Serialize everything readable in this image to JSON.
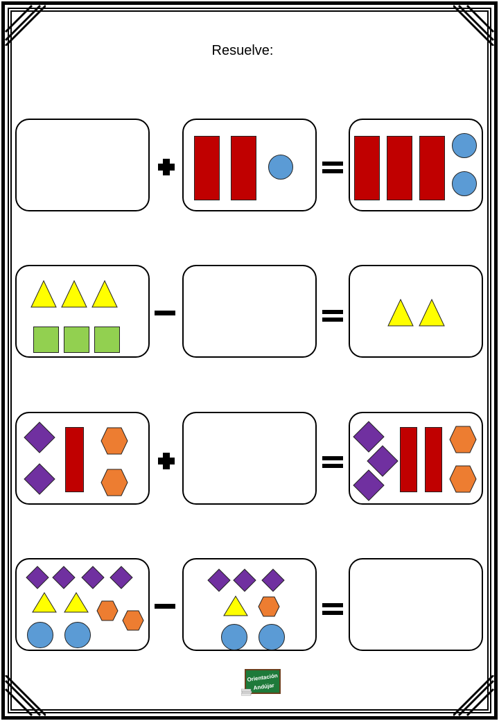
{
  "title": "Resuelve:",
  "operators": {
    "plus": "+",
    "minus": "−",
    "equals": "="
  },
  "colors": {
    "red_rect": "#c00000",
    "blue_circle": "#5b9bd5",
    "yellow_triangle": "#ffff00",
    "green_square": "#92d050",
    "purple_diamond": "#7030a0",
    "orange_hexagon": "#ed7d31"
  },
  "exercises": [
    {
      "operation": "plus",
      "left": "blank",
      "middle": "2 red rectangles, 1 blue circle",
      "result": "3 red rectangles, 2 blue circles"
    },
    {
      "operation": "minus",
      "left": "3 yellow triangles, 3 green squares",
      "middle": "blank",
      "result": "2 yellow triangles"
    },
    {
      "operation": "plus",
      "left": "2 purple diamonds, 1 red rectangle, 2 orange hexagons",
      "middle": "blank",
      "result": "3 purple diamonds, 2 red rectangles, 2 orange hexagons"
    },
    {
      "operation": "minus",
      "left": "4 purple diamonds, 2 yellow triangles, 2 orange hexagons, 2 blue circles",
      "middle": "3 purple diamonds, 1 yellow triangle, 1 orange hexagon, 2 blue circles",
      "result": "blank"
    }
  ],
  "logo": {
    "line1": "Orientación",
    "line2": "Andújar"
  }
}
